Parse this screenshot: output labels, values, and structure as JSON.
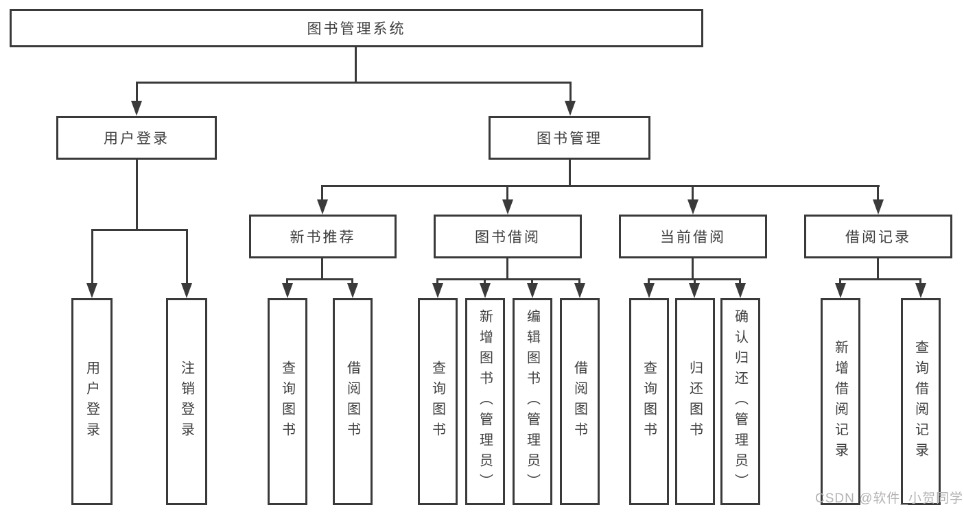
{
  "colors": {
    "line": "#3a3a3a",
    "node_border": "#3a3a3a",
    "node_text": "#3f3f3f",
    "watermark_text": "#b5b2b2",
    "background": "#ffffff"
  },
  "tree": {
    "root": {
      "label": "图书管理系统"
    },
    "branches": [
      {
        "label": "用户登录",
        "leaves": [
          "用户登录",
          "注销登录"
        ]
      },
      {
        "label": "图书管理",
        "children": [
          {
            "label": "新书推荐",
            "leaves": [
              "查询图书",
              "借阅图书"
            ]
          },
          {
            "label": "图书借阅",
            "leaves": [
              "查询图书",
              "新增图书（管理员）",
              "编辑图书（管理员）",
              "借阅图书"
            ]
          },
          {
            "label": "当前借阅",
            "leaves": [
              "查询图书",
              "归还图书",
              "确认归还（管理员）"
            ]
          },
          {
            "label": "借阅记录",
            "leaves": [
              "新增借阅记录",
              "查询借阅记录"
            ]
          }
        ]
      }
    ]
  },
  "watermark": "CSDN @软件_小贺同学"
}
